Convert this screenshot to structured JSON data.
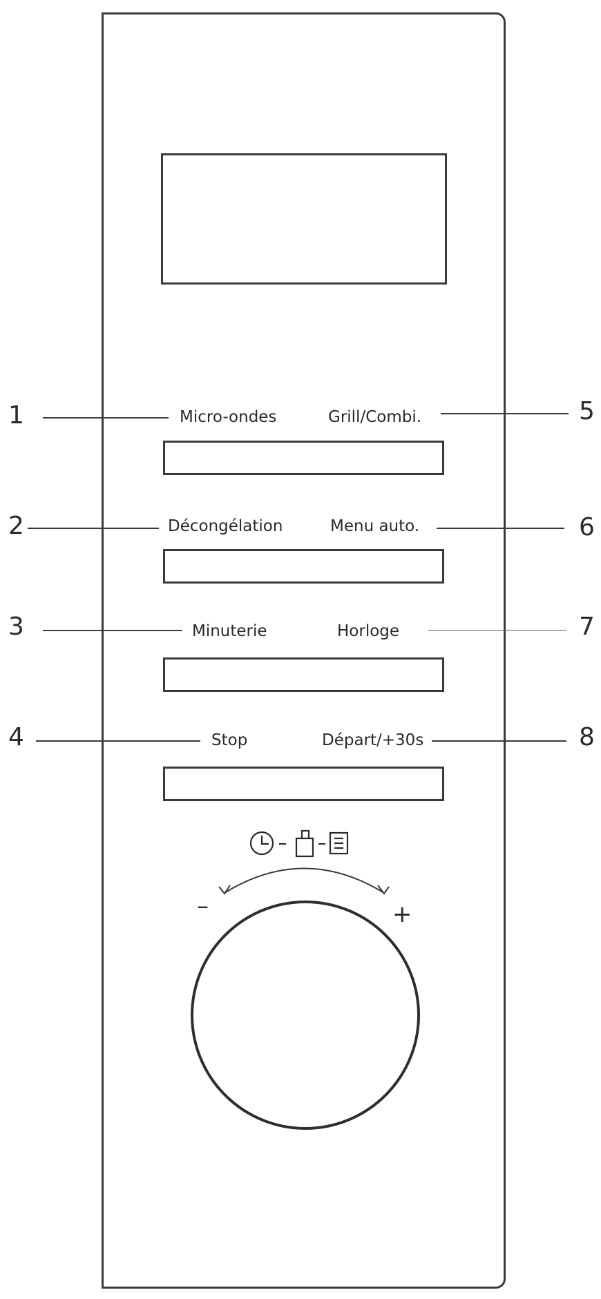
{
  "buttons": [
    {
      "left_label": "Micro-ondes",
      "right_label": "Grill/Combi.",
      "left_num": "1",
      "right_num": "5"
    },
    {
      "left_label": "Décongélation",
      "right_label": "Menu auto.",
      "left_num": "2",
      "right_num": "6"
    },
    {
      "left_label": "Minuterie",
      "right_label": "Horloge",
      "left_num": "3",
      "right_num": "7"
    },
    {
      "left_label": "Stop",
      "right_label": "Départ/+30s",
      "left_num": "4",
      "right_num": "8"
    }
  ],
  "dial": {
    "minus": "–",
    "plus": "+",
    "icons": [
      "clock-icon",
      "weight-icon",
      "menu-icon"
    ]
  },
  "colors": {
    "line": "#3a3a3a",
    "text": "#2a2a2a"
  }
}
